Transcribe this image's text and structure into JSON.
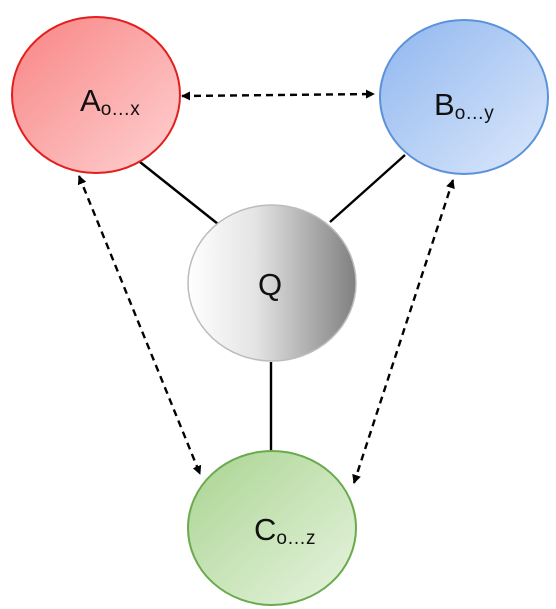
{
  "nodes": {
    "a": {
      "letter": "A",
      "subscript": "o…x",
      "fill_color": "#f88a8a",
      "stroke_color": "#e21f1f"
    },
    "b": {
      "letter": "B",
      "subscript": "o…y",
      "fill_color": "#98bdf2",
      "stroke_color": "#5b92d9"
    },
    "c": {
      "letter": "C",
      "subscript": "o…z",
      "fill_color": "#b5dca0",
      "stroke_color": "#6aaa4c"
    },
    "q": {
      "letter": "Q",
      "fill_color": "#a8a8a8",
      "stroke_color": "#bcbcbc"
    }
  },
  "edges": {
    "solid": [
      {
        "from": "q",
        "to": "a"
      },
      {
        "from": "q",
        "to": "b"
      },
      {
        "from": "q",
        "to": "c"
      }
    ],
    "dashed_bidirectional": [
      {
        "from": "a",
        "to": "b"
      },
      {
        "from": "a",
        "to": "c"
      },
      {
        "from": "b",
        "to": "c"
      }
    ]
  },
  "line_color": "#000000"
}
